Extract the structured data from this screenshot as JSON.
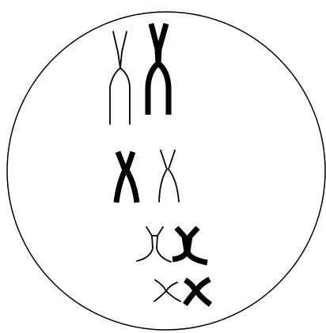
{
  "figure": {
    "kind": "cell-with-chromosome-pairs",
    "colors": {
      "outline": "#000000",
      "background": "#ffffff"
    },
    "chromosome_pairs": [
      {
        "pair": 1,
        "thin": "thin-chromosome",
        "thick": "thick-chromosome"
      },
      {
        "pair": 2,
        "thick": "thick-chromosome",
        "thin": "thin-chromosome"
      },
      {
        "pair": 3,
        "thin": "thin-chromosome",
        "thick": "thick-chromosome"
      },
      {
        "pair": 4,
        "thin": "thin-chromosome",
        "thick": "thick-chromosome"
      }
    ]
  }
}
